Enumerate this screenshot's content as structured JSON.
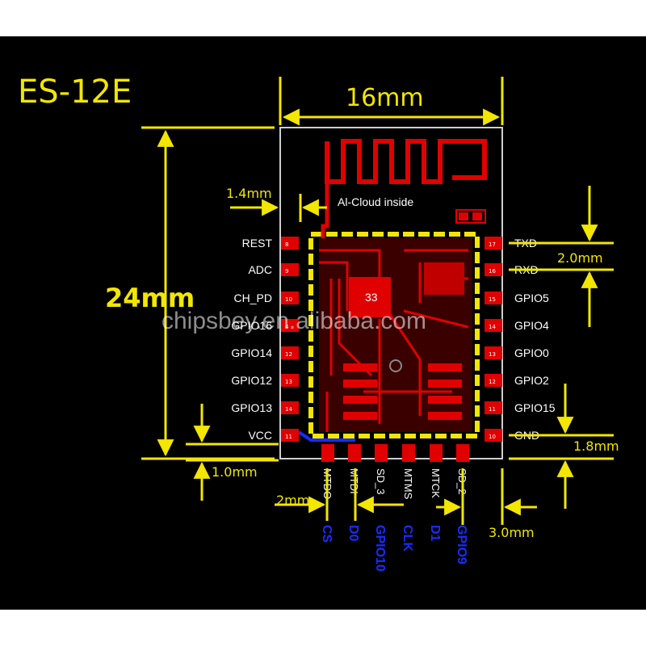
{
  "title": "ES-12E",
  "dimensions": {
    "width": "16mm",
    "height": "24mm",
    "antenna_offset": "1.4mm",
    "pin_pitch": "2.0mm",
    "bottom_offset": "1.0mm",
    "gnd_offset": "1.8mm",
    "bottom_pitch": "2mm",
    "right_offset": "3.0mm"
  },
  "antenna_label": "Al-Cloud  inside",
  "chip_label": "33",
  "watermark": "chipsbey.en.alibaba.com",
  "left_pins": [
    {
      "label": "REST",
      "num": "8"
    },
    {
      "label": "ADC",
      "num": "9"
    },
    {
      "label": "CH_PD",
      "num": "10"
    },
    {
      "label": "GPIO16",
      "num": "4"
    },
    {
      "label": "GPIO14",
      "num": "12"
    },
    {
      "label": "GPIO12",
      "num": "13"
    },
    {
      "label": "GPIO13",
      "num": "14"
    },
    {
      "label": "VCC",
      "num": "11"
    }
  ],
  "right_pins": [
    {
      "label": "TXD",
      "num": "17"
    },
    {
      "label": "RXD",
      "num": "16"
    },
    {
      "label": "GPIO5",
      "num": "15"
    },
    {
      "label": "GPIO4",
      "num": "14"
    },
    {
      "label": "GPIO0",
      "num": "13"
    },
    {
      "label": "GPIO2",
      "num": "12"
    },
    {
      "label": "GPIO15",
      "num": "11"
    },
    {
      "label": "GND",
      "num": "10"
    }
  ],
  "bottom_pins": [
    {
      "label": "MTDO",
      "alt": "CS"
    },
    {
      "label": "MTDI",
      "alt": "D0"
    },
    {
      "label": "SD_3",
      "alt": "GPIO10"
    },
    {
      "label": "MTMS",
      "alt": "CLK"
    },
    {
      "label": "MTCK",
      "alt": "D1"
    },
    {
      "label": "SD_2",
      "alt": "GPIO9"
    }
  ],
  "colors": {
    "background": "#000000",
    "dimension": "#f3e600",
    "trace": "#e00000",
    "pin_label": "#ffffff",
    "alt_label": "#1a2cff"
  }
}
